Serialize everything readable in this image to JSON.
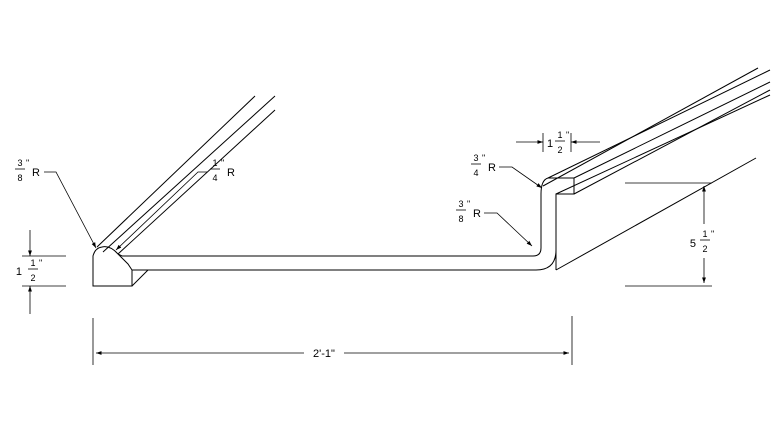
{
  "dimensions": {
    "overall_width": "2'-1\"",
    "lip_height": {
      "whole": "1",
      "num": "1",
      "den": "2",
      "unit": "\""
    },
    "step_height": {
      "whole": "5",
      "num": "1",
      "den": "2",
      "unit": "\""
    },
    "top_lip_width": {
      "whole": "1",
      "num": "1",
      "den": "2",
      "unit": "\""
    }
  },
  "radii": {
    "left_lip": {
      "num": "3",
      "den": "8",
      "unit": "\"",
      "suffix": "R"
    },
    "left_inner": {
      "num": "1",
      "den": "4",
      "unit": "\"",
      "suffix": "R"
    },
    "top_lip": {
      "num": "3",
      "den": "4",
      "unit": "\"",
      "suffix": "R"
    },
    "inner_corner": {
      "num": "3",
      "den": "8",
      "unit": "\"",
      "suffix": "R"
    }
  },
  "colors": {
    "line": "#000000",
    "background": "#ffffff"
  }
}
